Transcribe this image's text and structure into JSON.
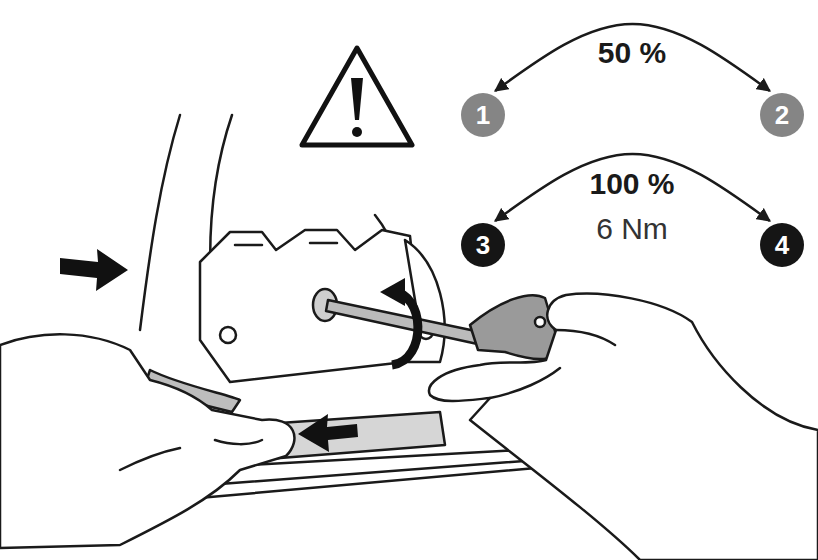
{
  "diagram": {
    "nodes": [
      {
        "text": [
          "1"
        ]
      },
      {
        "text": [
          "2"
        ]
      },
      {
        "text": [
          "3"
        ]
      },
      {
        "text": [
          "4"
        ]
      }
    ],
    "edges": [
      {
        "from": 0,
        "to": 1,
        "label": "50 %",
        "arrow": "both"
      },
      {
        "from": 2,
        "to": 3,
        "label": "100 %",
        "arrow": "both"
      }
    ],
    "labels": [
      "6 Nm"
    ]
  }
}
